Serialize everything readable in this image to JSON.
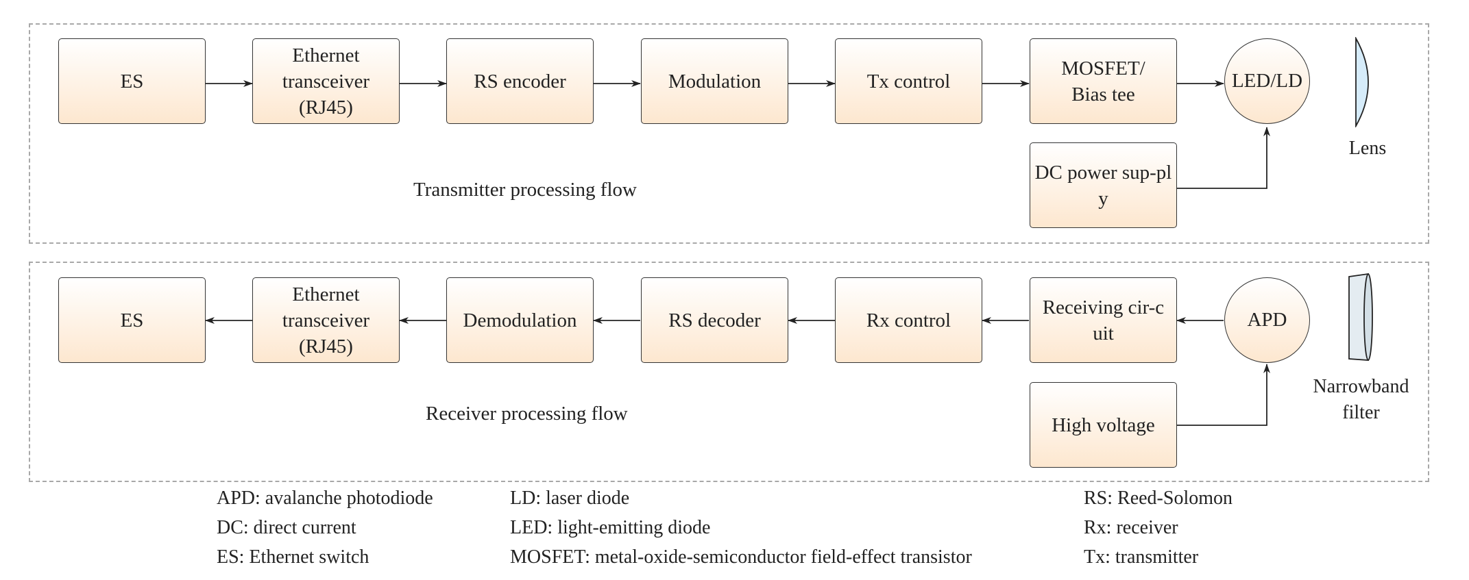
{
  "transmitter": {
    "flow_label": "Transmitter processing flow",
    "blocks": [
      "ES",
      "Ethernet transceiver (RJ45)",
      "RS encoder",
      "Modulation",
      "Tx control",
      "MOSFET/ Bias tee"
    ],
    "source": "LED/LD",
    "supply": "DC power sup-ply",
    "optic": "Lens"
  },
  "receiver": {
    "flow_label": "Receiver processing flow",
    "blocks": [
      "ES",
      "Ethernet transceiver (RJ45)",
      "Demodulation",
      "RS decoder",
      "Rx control",
      "Receiving cir-cuit"
    ],
    "detector": "APD",
    "supply": "High voltage",
    "optic": "Narrowband filter"
  },
  "legend": {
    "col1": [
      "APD: avalanche photodiode",
      "DC: direct current",
      "ES: Ethernet switch"
    ],
    "col2": [
      "LD: laser diode",
      "LED: light-emitting diode",
      "MOSFET: metal-oxide-semiconductor field-effect transistor"
    ],
    "col3": [
      "RS: Reed-Solomon",
      "Rx: receiver",
      "Tx: transmitter"
    ]
  },
  "colors": {
    "box_fill_top": "#ffffff",
    "box_fill_bottom": "#fde7cf",
    "lens_fill": "#d6ecfa",
    "filter_fill": "#e4ecf1",
    "panel_border": "#a8a8a8"
  }
}
